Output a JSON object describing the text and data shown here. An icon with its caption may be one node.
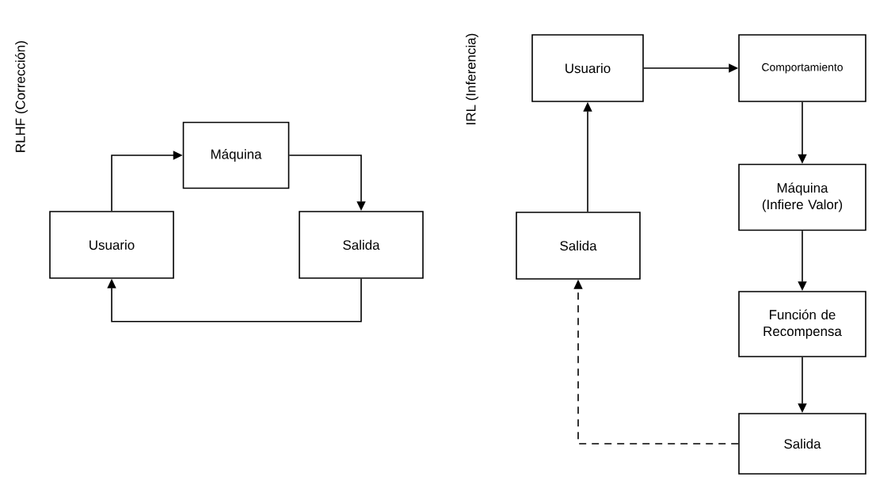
{
  "diagram": {
    "nodes": [
      {
        "text": [
          "Usuario"
        ]
      },
      {
        "text": [
          "Máquina"
        ]
      },
      {
        "text": [
          "Salida"
        ]
      },
      {
        "text": [
          "Usuario"
        ]
      },
      {
        "text": [
          "Comportamiento"
        ]
      },
      {
        "text": [
          "Máquina (Infiere Valor)"
        ]
      },
      {
        "text": [
          "Función de Recompensa"
        ]
      },
      {
        "text": [
          "Salida"
        ]
      },
      {
        "text": [
          "Salida"
        ]
      }
    ],
    "edges": [
      {
        "from": 0,
        "to": 1,
        "arrow": "to"
      },
      {
        "from": 1,
        "to": 2,
        "arrow": "to"
      },
      {
        "from": 2,
        "to": 0,
        "arrow": "to"
      },
      {
        "from": 8,
        "to": 3,
        "arrow": "to"
      },
      {
        "from": 3,
        "to": 4,
        "arrow": "to"
      },
      {
        "from": 4,
        "to": 5,
        "arrow": "to"
      },
      {
        "from": 5,
        "to": 6,
        "arrow": "to"
      },
      {
        "from": 6,
        "to": 7,
        "arrow": "to"
      },
      {
        "from": 7,
        "to": 8,
        "arrow": "to",
        "style": "dashed"
      }
    ],
    "labels": [
      "RLHF (Corrección)",
      "IRL (Inferencia)"
    ]
  }
}
